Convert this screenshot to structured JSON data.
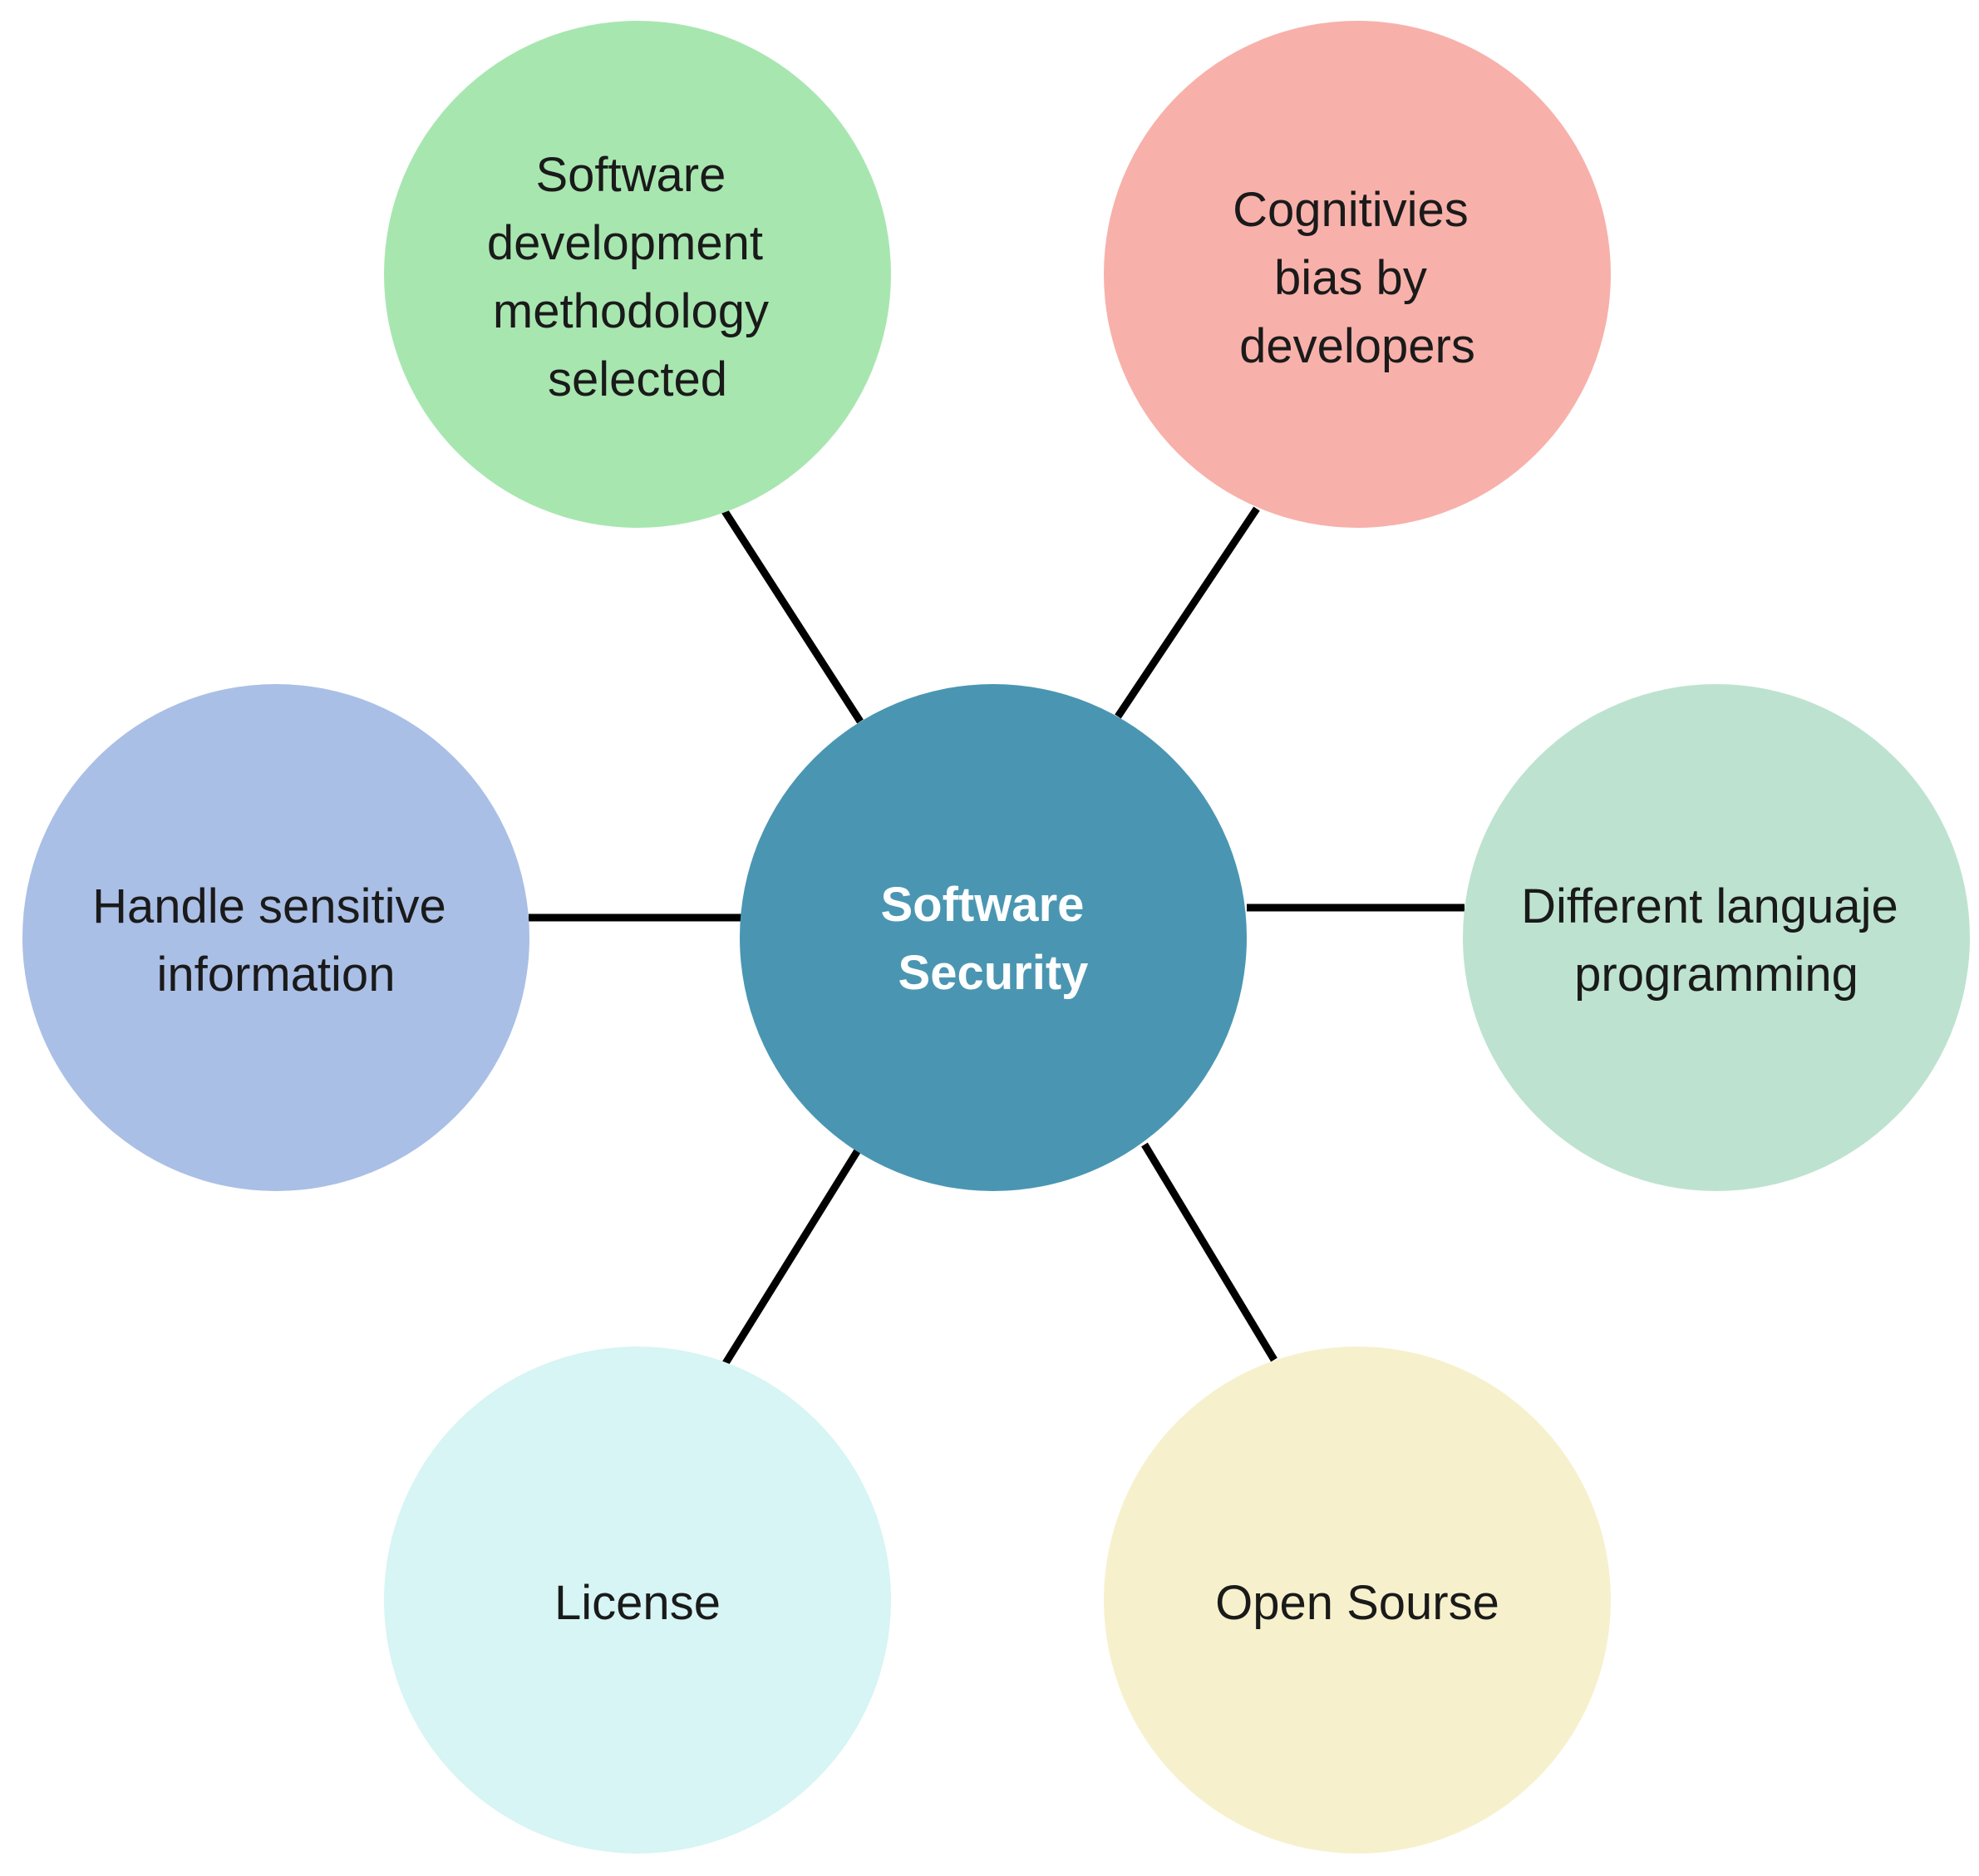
{
  "center": {
    "lines": [
      "Software",
      "Security"
    ],
    "color": "#4a96b2"
  },
  "nodes": [
    {
      "id": "methodology",
      "lines": [
        "Software",
        "development",
        "methodology",
        "selected"
      ],
      "color": "#a8e6b0"
    },
    {
      "id": "cognitive-bias",
      "lines": [
        "Cognitivies",
        "bias by",
        "developers"
      ],
      "color": "#f7b1aa"
    },
    {
      "id": "sensitive-info",
      "lines": [
        "Handle sensitive",
        "information"
      ],
      "color": "#aabfe6"
    },
    {
      "id": "languages",
      "lines": [
        "Different languaje",
        "programming"
      ],
      "color": "#bde3d0"
    },
    {
      "id": "license",
      "lines": [
        "License"
      ],
      "color": "#d6f5f4"
    },
    {
      "id": "open-source",
      "lines": [
        "Open Sourse"
      ],
      "color": "#f6f1cc"
    }
  ]
}
